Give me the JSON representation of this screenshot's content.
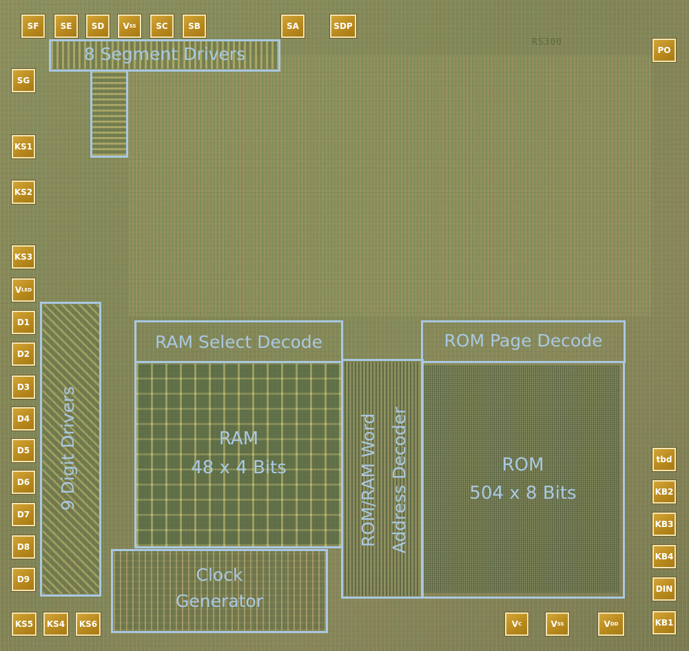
{
  "pads": {
    "top": [
      "SF",
      "SE",
      "SD",
      "V",
      "SC",
      "SB",
      "SA",
      "SDP"
    ],
    "top_vss_sub": "SS",
    "left": [
      "SG",
      "KS1",
      "KS2",
      "KS3",
      "V",
      "D1",
      "D2",
      "D3",
      "D4",
      "D5",
      "D6",
      "D7",
      "D8",
      "D9"
    ],
    "left_vled_sub": "LED",
    "bottom_left": [
      "KS5",
      "KS4",
      "KS6"
    ],
    "bottom_right": [
      "V",
      "V",
      "V"
    ],
    "bottom_right_subs": [
      "C",
      "SS",
      "DD"
    ],
    "right": [
      "PO",
      "tbd",
      "KB2",
      "KB3",
      "KB4",
      "DIN",
      "KB1"
    ]
  },
  "chip_marking": "RS300",
  "regions": {
    "segment_drivers": "8 Segment Drivers",
    "digit_drivers": "9 Digit Drivers",
    "ram_select": "RAM Select Decode",
    "rom_page": "ROM Page Decode",
    "ram_line1": "RAM",
    "ram_line2": "48 x 4 Bits",
    "decoder_line1": "ROM/RAM Word",
    "decoder_line2": "Address Decoder",
    "rom_line1": "ROM",
    "rom_line2": "504 x 8 Bits",
    "clock_line1": "Clock",
    "clock_line2": "Generator"
  },
  "colors": {
    "label_blue": "#a9c8e2",
    "pad_gold": "#c4951f",
    "die_olive": "#84875a"
  }
}
